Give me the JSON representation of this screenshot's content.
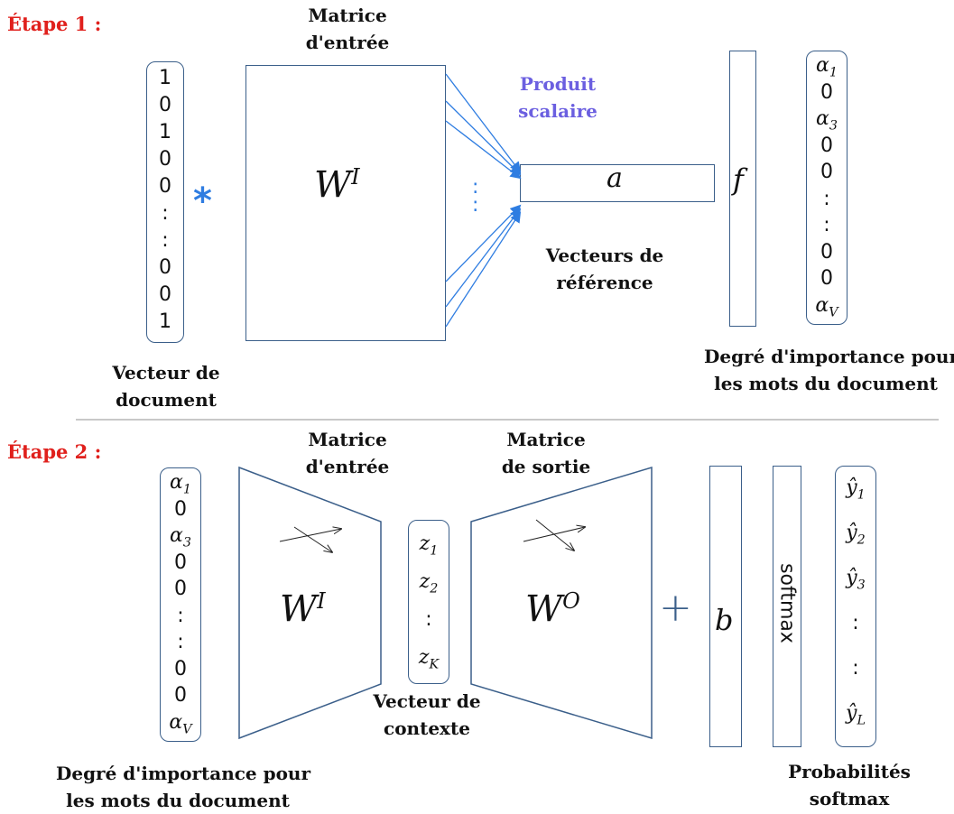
{
  "step1": {
    "label": "Étape 1 :",
    "doc_vector": [
      "1",
      "0",
      "1",
      "0",
      "0",
      ":",
      ":",
      "0",
      "0",
      "1"
    ],
    "doc_vector_caption": [
      "Vecteur de",
      "document"
    ],
    "operator": "*",
    "matrix_caption": [
      "Matrice",
      "d'entrée"
    ],
    "matrix_symbol": "W",
    "matrix_sup": "I",
    "dots": ":\n:",
    "dot_product_caption": [
      "Produit",
      "scalaire"
    ],
    "a_symbol": "a",
    "ref_caption": [
      "Vecteurs de",
      "référence"
    ],
    "f_symbol": "f",
    "importance_vector": [
      "α1",
      "0",
      "α3",
      "0",
      "0",
      ":",
      ":",
      "0",
      "0",
      "αV"
    ],
    "importance_caption": [
      "Degré d'importance pour",
      "les mots du document"
    ]
  },
  "step2": {
    "label": "Étape 2 :",
    "importance_vector": [
      "α1",
      "0",
      "α3",
      "0",
      "0",
      ":",
      ":",
      "0",
      "0",
      "αV"
    ],
    "importance_caption": [
      "Degré d'importance pour",
      "les mots du document"
    ],
    "input_matrix_caption": [
      "Matrice",
      "d'entrée"
    ],
    "input_symbol": "W",
    "input_sup": "I",
    "context_vector": [
      "z1",
      "z2",
      ":",
      "zK"
    ],
    "context_caption": [
      "Vecteur de",
      "contexte"
    ],
    "output_matrix_caption": [
      "Matrice",
      "de sortie"
    ],
    "output_symbol": "W",
    "output_sup": "O",
    "plus": "+",
    "b_symbol": "b",
    "softmax_label": "softmax",
    "output_vector": [
      "ŷ1",
      "ŷ2",
      "ŷ3",
      ":",
      ":",
      "ŷL"
    ],
    "probabilities_caption": [
      "Probabilités",
      "softmax"
    ]
  },
  "colors": {
    "step": "#e0201c",
    "arrow": "#2f7de1",
    "dot_product": "#6b5fe0",
    "box": "#3b5f8a"
  }
}
